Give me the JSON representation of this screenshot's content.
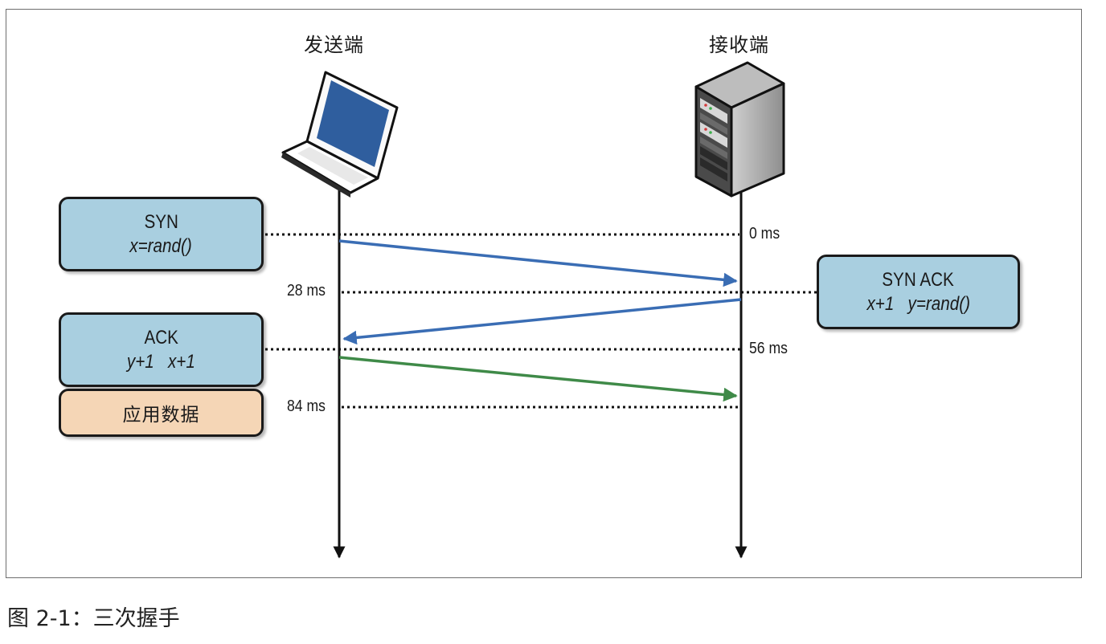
{
  "sender": {
    "label": "发送端",
    "icon": "laptop-icon"
  },
  "receiver": {
    "label": "接收端",
    "icon": "server-icon"
  },
  "messages": {
    "syn": {
      "title": "SYN",
      "detail": "x=rand()"
    },
    "syn_ack": {
      "title": "SYN ACK",
      "detail": "x+1   y=rand()"
    },
    "ack": {
      "title": "ACK",
      "detail": "y+1   x+1"
    },
    "app_data": {
      "title": "应用数据"
    }
  },
  "timeline": {
    "t0": "0 ms",
    "t1": "28 ms",
    "t2": "56 ms",
    "t3": "84 ms"
  },
  "colors": {
    "message_box": "#a9cfe0",
    "app_data_box": "#f5d6b6",
    "syn_arrow": "#3a6db4",
    "ack_arrow": "#3f8a48",
    "lifeline": "#111111"
  },
  "caption": "图 2-1：三次握手"
}
